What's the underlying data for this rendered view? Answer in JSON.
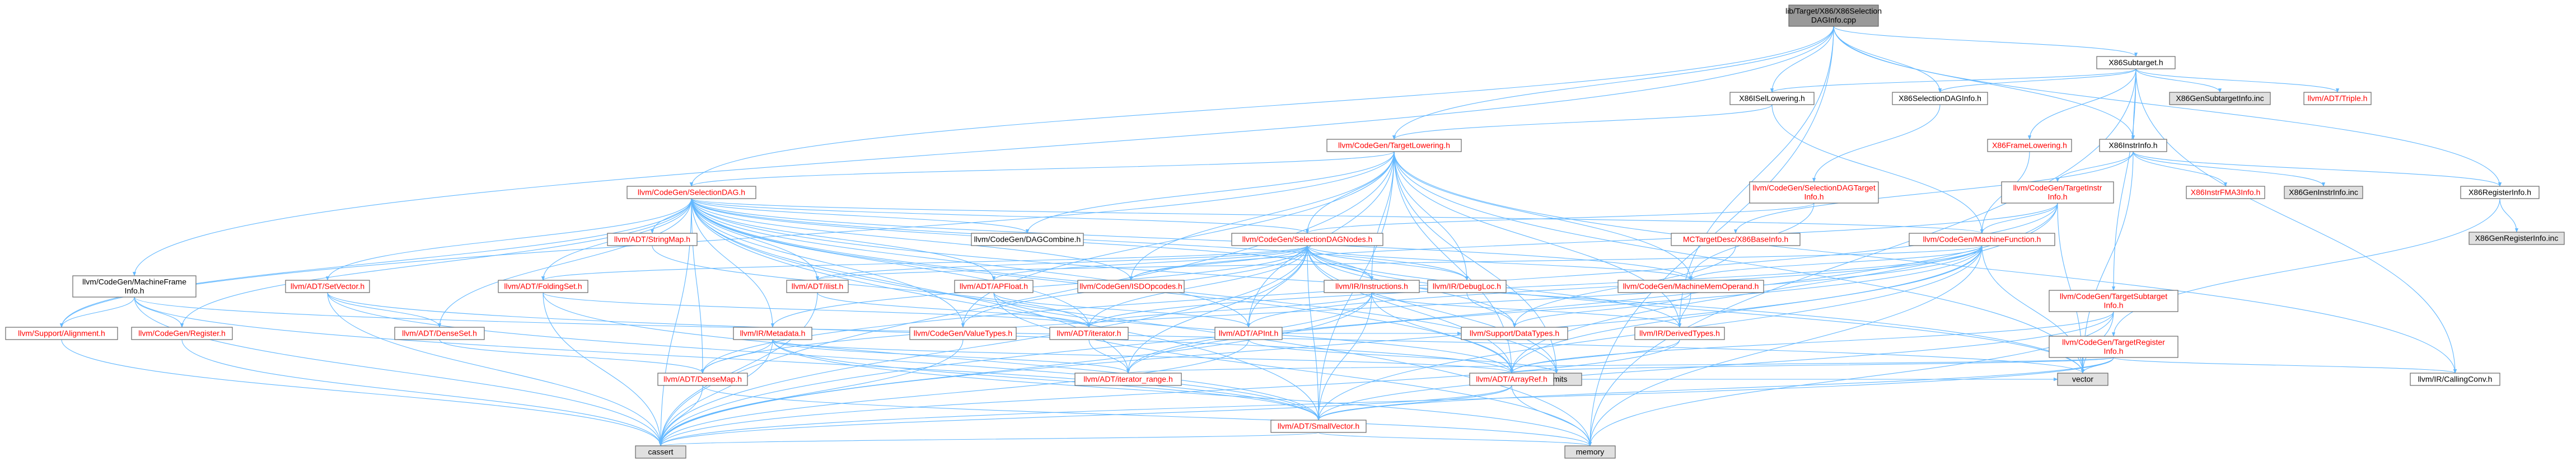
{
  "colors": {
    "edge": "#63b8ff",
    "edge_alt": "#666666",
    "node_border": "#666666",
    "root_fill": "#999999",
    "plain_fill": "#ffffff",
    "grey_fill": "#e0e0e0",
    "red_text": "#ff0000",
    "black_text": "#000000"
  },
  "nodes": [
    {
      "id": "root",
      "lines": [
        "lib/Target/X86/X86Selection",
        "DAGInfo.cpp"
      ],
      "style": "root"
    },
    {
      "id": "x86subtarget",
      "lines": [
        "X86Subtarget.h"
      ],
      "style": "plain"
    },
    {
      "id": "x86isellowering",
      "lines": [
        "X86ISelLowering.h"
      ],
      "style": "plain"
    },
    {
      "id": "x86seldaginfo",
      "lines": [
        "X86SelectionDAGInfo.h"
      ],
      "style": "plain"
    },
    {
      "id": "x86gensubtarget",
      "lines": [
        "X86GenSubtargetInfo.inc"
      ],
      "style": "grey"
    },
    {
      "id": "triple",
      "lines": [
        "llvm/ADT/Triple.h"
      ],
      "style": "red"
    },
    {
      "id": "targetlowering",
      "lines": [
        "llvm/CodeGen/TargetLowering.h"
      ],
      "style": "red"
    },
    {
      "id": "x86framelowering",
      "lines": [
        "X86FrameLowering.h"
      ],
      "style": "red"
    },
    {
      "id": "x86instrinfo",
      "lines": [
        "X86InstrInfo.h"
      ],
      "style": "plain"
    },
    {
      "id": "seldagtargetinfo",
      "lines": [
        "llvm/CodeGen/SelectionDAGTarget",
        "Info.h"
      ],
      "style": "red"
    },
    {
      "id": "targetinstrinfo",
      "lines": [
        "llvm/CodeGen/TargetInstr",
        "Info.h"
      ],
      "style": "red"
    },
    {
      "id": "x86instrfma3",
      "lines": [
        "X86InstrFMA3Info.h"
      ],
      "style": "red"
    },
    {
      "id": "x86geninstr",
      "lines": [
        "X86GenInstrInfo.inc"
      ],
      "style": "grey"
    },
    {
      "id": "x86registerinfo",
      "lines": [
        "X86RegisterInfo.h"
      ],
      "style": "plain"
    },
    {
      "id": "x86genregister",
      "lines": [
        "X86GenRegisterInfo.inc"
      ],
      "style": "grey"
    },
    {
      "id": "selectiondag",
      "lines": [
        "llvm/CodeGen/SelectionDAG.h"
      ],
      "style": "red"
    },
    {
      "id": "dagcombine",
      "lines": [
        "llvm/CodeGen/DAGCombine.h"
      ],
      "style": "plain"
    },
    {
      "id": "seldagnodes",
      "lines": [
        "llvm/CodeGen/SelectionDAGNodes.h"
      ],
      "style": "red"
    },
    {
      "id": "mcx86baseinfo",
      "lines": [
        "MCTargetDesc/X86BaseInfo.h"
      ],
      "style": "red"
    },
    {
      "id": "machinefunction",
      "lines": [
        "llvm/CodeGen/MachineFunction.h"
      ],
      "style": "red"
    },
    {
      "id": "targetsubtarget",
      "lines": [
        "llvm/CodeGen/TargetSubtarget",
        "Info.h"
      ],
      "style": "red"
    },
    {
      "id": "targetregister",
      "lines": [
        "llvm/CodeGen/TargetRegister",
        "Info.h"
      ],
      "style": "red"
    },
    {
      "id": "machineframe",
      "lines": [
        "llvm/CodeGen/MachineFrame",
        "Info.h"
      ],
      "style": "plain"
    },
    {
      "id": "stringmap",
      "lines": [
        "llvm/ADT/StringMap.h"
      ],
      "style": "red"
    },
    {
      "id": "setvector",
      "lines": [
        "llvm/ADT/SetVector.h"
      ],
      "style": "red"
    },
    {
      "id": "foldingset",
      "lines": [
        "llvm/ADT/FoldingSet.h"
      ],
      "style": "red"
    },
    {
      "id": "ilist",
      "lines": [
        "llvm/ADT/ilist.h"
      ],
      "style": "red"
    },
    {
      "id": "apfloat",
      "lines": [
        "llvm/ADT/APFloat.h"
      ],
      "style": "red"
    },
    {
      "id": "isdopcodes",
      "lines": [
        "llvm/CodeGen/ISDOpcodes.h"
      ],
      "style": "red"
    },
    {
      "id": "instructions",
      "lines": [
        "llvm/IR/Instructions.h"
      ],
      "style": "red"
    },
    {
      "id": "debugloc",
      "lines": [
        "llvm/IR/DebugLoc.h"
      ],
      "style": "red"
    },
    {
      "id": "machinememop",
      "lines": [
        "llvm/CodeGen/MachineMemOperand.h"
      ],
      "style": "red"
    },
    {
      "id": "supportalignment",
      "lines": [
        "llvm/Support/Alignment.h"
      ],
      "style": "red"
    },
    {
      "id": "codegenregister",
      "lines": [
        "llvm/CodeGen/Register.h"
      ],
      "style": "red"
    },
    {
      "id": "densesetnode",
      "lines": [
        "llvm/ADT/DenseSet.h"
      ],
      "style": "red"
    },
    {
      "id": "metadata",
      "lines": [
        "llvm/IR/Metadata.h"
      ],
      "style": "red"
    },
    {
      "id": "valuetypes",
      "lines": [
        "llvm/CodeGen/ValueTypes.h"
      ],
      "style": "red"
    },
    {
      "id": "iterator",
      "lines": [
        "llvm/ADT/iterator.h"
      ],
      "style": "red"
    },
    {
      "id": "apint",
      "lines": [
        "llvm/ADT/APInt.h"
      ],
      "style": "red"
    },
    {
      "id": "supportdatatypes",
      "lines": [
        "llvm/Support/DataTypes.h"
      ],
      "style": "red"
    },
    {
      "id": "derivedtypes",
      "lines": [
        "llvm/IR/DerivedTypes.h"
      ],
      "style": "red"
    },
    {
      "id": "climits",
      "lines": [
        "climits"
      ],
      "style": "grey"
    },
    {
      "id": "densemap",
      "lines": [
        "llvm/ADT/DenseMap.h"
      ],
      "style": "red"
    },
    {
      "id": "iteratorrange",
      "lines": [
        "llvm/ADT/iterator_range.h"
      ],
      "style": "red"
    },
    {
      "id": "arrayref",
      "lines": [
        "llvm/ADT/ArrayRef.h"
      ],
      "style": "red"
    },
    {
      "id": "smallvector",
      "lines": [
        "llvm/ADT/SmallVector.h"
      ],
      "style": "red"
    },
    {
      "id": "vector",
      "lines": [
        "vector"
      ],
      "style": "grey"
    },
    {
      "id": "cassert",
      "lines": [
        "cassert"
      ],
      "style": "grey"
    },
    {
      "id": "memory",
      "lines": [
        "memory"
      ],
      "style": "grey"
    },
    {
      "id": "callingconv",
      "lines": [
        "llvm/IR/CallingConv.h"
      ],
      "style": "plain"
    }
  ],
  "edges": [
    [
      "root",
      "x86subtarget"
    ],
    [
      "root",
      "x86isellowering"
    ],
    [
      "root",
      "x86seldaginfo"
    ],
    [
      "root",
      "targetlowering"
    ],
    [
      "root",
      "x86instrinfo"
    ],
    [
      "root",
      "x86registerinfo"
    ],
    [
      "root",
      "selectiondag"
    ],
    [
      "root",
      "machineframe"
    ],
    [
      "root",
      "derivedtypes"
    ],
    [
      "root",
      "memory"
    ],
    [
      "x86subtarget",
      "x86isellowering"
    ],
    [
      "x86subtarget",
      "x86seldaginfo"
    ],
    [
      "x86subtarget",
      "x86gensubtarget"
    ],
    [
      "x86subtarget",
      "triple"
    ],
    [
      "x86subtarget",
      "x86framelowering"
    ],
    [
      "x86subtarget",
      "x86instrinfo"
    ],
    [
      "x86subtarget",
      "targetsubtarget"
    ],
    [
      "x86subtarget",
      "callingconv"
    ],
    [
      "x86subtarget",
      "memory"
    ],
    [
      "x86isellowering",
      "targetlowering"
    ],
    [
      "x86isellowering",
      "machinefunction"
    ],
    [
      "x86seldaginfo",
      "seldagtargetinfo"
    ],
    [
      "x86framelowering",
      "machinefunction"
    ],
    [
      "x86instrinfo",
      "targetinstrinfo"
    ],
    [
      "x86instrinfo",
      "x86instrfma3"
    ],
    [
      "x86instrinfo",
      "x86geninstr"
    ],
    [
      "x86instrinfo",
      "x86registerinfo"
    ],
    [
      "x86instrinfo",
      "mcx86baseinfo"
    ],
    [
      "x86instrinfo",
      "vector"
    ],
    [
      "x86registerinfo",
      "x86genregister"
    ],
    [
      "x86registerinfo",
      "targetregister"
    ],
    [
      "targetlowering",
      "selectiondag"
    ],
    [
      "targetlowering",
      "dagcombine"
    ],
    [
      "targetlowering",
      "seldagnodes"
    ],
    [
      "targetlowering",
      "machinememop"
    ],
    [
      "targetlowering",
      "isdopcodes"
    ],
    [
      "targetlowering",
      "valuetypes"
    ],
    [
      "targetlowering",
      "instructions"
    ],
    [
      "targetlowering",
      "derivedtypes"
    ],
    [
      "targetlowering",
      "callingconv"
    ],
    [
      "targetlowering",
      "climits"
    ],
    [
      "targetlowering",
      "arrayref"
    ],
    [
      "targetlowering",
      "smallvector"
    ],
    [
      "targetlowering",
      "supportalignment"
    ],
    [
      "targetlowering",
      "cassert"
    ],
    [
      "targetlowering",
      "vector"
    ],
    [
      "targetlowering",
      "apint"
    ],
    [
      "targetlowering",
      "debugloc"
    ],
    [
      "seldagtargetinfo",
      "seldagnodes"
    ],
    [
      "seldagtargetinfo",
      "machinememop"
    ],
    [
      "targetinstrinfo",
      "machinefunction"
    ],
    [
      "targetinstrinfo",
      "arrayref"
    ],
    [
      "targetinstrinfo",
      "densemap"
    ],
    [
      "targetinstrinfo",
      "vector"
    ],
    [
      "targetinstrinfo",
      "cassert"
    ],
    [
      "targetinstrinfo",
      "isdopcodes"
    ],
    [
      "selectiondag",
      "dagcombine"
    ],
    [
      "selectiondag",
      "seldagnodes"
    ],
    [
      "selectiondag",
      "stringmap"
    ],
    [
      "selectiondag",
      "setvector"
    ],
    [
      "selectiondag",
      "foldingset"
    ],
    [
      "selectiondag",
      "ilist"
    ],
    [
      "selectiondag",
      "apfloat"
    ],
    [
      "selectiondag",
      "isdopcodes"
    ],
    [
      "selectiondag",
      "machinefunction"
    ],
    [
      "selectiondag",
      "machinememop"
    ],
    [
      "selectiondag",
      "valuetypes"
    ],
    [
      "selectiondag",
      "metadata"
    ],
    [
      "selectiondag",
      "densemap"
    ],
    [
      "selectiondag",
      "densesetnode"
    ],
    [
      "selectiondag",
      "arrayref"
    ],
    [
      "selectiondag",
      "smallvector"
    ],
    [
      "selectiondag",
      "iterator"
    ],
    [
      "selectiondag",
      "iteratorrange"
    ],
    [
      "selectiondag",
      "apint"
    ],
    [
      "selectiondag",
      "debugloc"
    ],
    [
      "selectiondag",
      "supportalignment"
    ],
    [
      "selectiondag",
      "cassert"
    ],
    [
      "selectiondag",
      "vector"
    ],
    [
      "selectiondag",
      "memory"
    ],
    [
      "selectiondag",
      "climits"
    ],
    [
      "selectiondag",
      "instructions"
    ],
    [
      "selectiondag",
      "codegenregister"
    ],
    [
      "seldagnodes",
      "foldingset"
    ],
    [
      "seldagnodes",
      "ilist"
    ],
    [
      "seldagnodes",
      "apfloat"
    ],
    [
      "seldagnodes",
      "isdopcodes"
    ],
    [
      "seldagnodes",
      "valuetypes"
    ],
    [
      "seldagnodes",
      "machinememop"
    ],
    [
      "seldagnodes",
      "instructions"
    ],
    [
      "seldagnodes",
      "debugloc"
    ],
    [
      "seldagnodes",
      "supportdatatypes"
    ],
    [
      "seldagnodes",
      "iterator"
    ],
    [
      "seldagnodes",
      "iteratorrange"
    ],
    [
      "seldagnodes",
      "apint"
    ],
    [
      "seldagnodes",
      "arrayref"
    ],
    [
      "seldagnodes",
      "smallvector"
    ],
    [
      "seldagnodes",
      "metadata"
    ],
    [
      "seldagnodes",
      "climits"
    ],
    [
      "seldagnodes",
      "cassert"
    ],
    [
      "seldagnodes",
      "vector"
    ],
    [
      "seldagnodes",
      "derivedtypes"
    ],
    [
      "mcx86baseinfo",
      "supportdatatypes"
    ],
    [
      "machinefunction",
      "machinememop"
    ],
    [
      "machinefunction",
      "arrayref"
    ],
    [
      "machinefunction",
      "densemap"
    ],
    [
      "machinefunction",
      "smallvector"
    ],
    [
      "machinefunction",
      "ilist"
    ],
    [
      "machinefunction",
      "iterator"
    ],
    [
      "machinefunction",
      "vector"
    ],
    [
      "machinefunction",
      "cassert"
    ],
    [
      "machinefunction",
      "memory"
    ],
    [
      "machinefunction",
      "apint"
    ],
    [
      "machinefunction",
      "iteratorrange"
    ],
    [
      "targetsubtarget",
      "arrayref"
    ],
    [
      "targetsubtarget",
      "smallvector"
    ],
    [
      "targetsubtarget",
      "vector"
    ],
    [
      "targetsubtarget",
      "memory"
    ],
    [
      "targetregister",
      "arrayref"
    ],
    [
      "targetregister",
      "smallvector"
    ],
    [
      "targetregister",
      "iteratorrange"
    ],
    [
      "targetregister",
      "callingconv"
    ],
    [
      "targetregister",
      "cassert"
    ],
    [
      "targetregister",
      "vector"
    ],
    [
      "machineframe",
      "supportalignment"
    ],
    [
      "machineframe",
      "codegenregister"
    ],
    [
      "machineframe",
      "smallvector"
    ],
    [
      "machineframe",
      "vector"
    ],
    [
      "machineframe",
      "cassert"
    ],
    [
      "setvector",
      "arrayref"
    ],
    [
      "setvector",
      "densesetnode"
    ],
    [
      "setvector",
      "smallvector"
    ],
    [
      "setvector",
      "cassert"
    ],
    [
      "stringmap",
      "iterator"
    ],
    [
      "foldingset",
      "smallvector"
    ],
    [
      "foldingset",
      "iterator"
    ],
    [
      "foldingset",
      "cassert"
    ],
    [
      "ilist",
      "iterator"
    ],
    [
      "ilist",
      "cassert"
    ],
    [
      "apfloat",
      "apint"
    ],
    [
      "apfloat",
      "arrayref"
    ],
    [
      "apfloat",
      "memory"
    ],
    [
      "instructions",
      "arrayref"
    ],
    [
      "instructions",
      "iterator"
    ],
    [
      "instructions",
      "iteratorrange"
    ],
    [
      "instructions",
      "derivedtypes"
    ],
    [
      "instructions",
      "smallvector"
    ],
    [
      "instructions",
      "cassert"
    ],
    [
      "debugloc",
      "supportdatatypes"
    ],
    [
      "machinememop",
      "derivedtypes"
    ],
    [
      "machinememop",
      "supportdatatypes"
    ],
    [
      "supportalignment",
      "cassert"
    ],
    [
      "codegenregister",
      "cassert"
    ],
    [
      "densesetnode",
      "densemap"
    ],
    [
      "metadata",
      "arrayref"
    ],
    [
      "metadata",
      "densemap"
    ],
    [
      "metadata",
      "smallvector"
    ],
    [
      "metadata",
      "iteratorrange"
    ],
    [
      "metadata",
      "cassert"
    ],
    [
      "metadata",
      "memory"
    ],
    [
      "valuetypes",
      "cassert"
    ],
    [
      "iterator",
      "iteratorrange"
    ],
    [
      "apint",
      "supportdatatypes"
    ],
    [
      "apint",
      "climits"
    ],
    [
      "apint",
      "cassert"
    ],
    [
      "derivedtypes",
      "arrayref"
    ],
    [
      "derivedtypes",
      "cassert"
    ],
    [
      "densemap",
      "cassert"
    ],
    [
      "densemap",
      "memory"
    ],
    [
      "arrayref",
      "smallvector"
    ],
    [
      "arrayref",
      "vector"
    ],
    [
      "arrayref",
      "cassert"
    ],
    [
      "arrayref",
      "memory"
    ],
    [
      "smallvector",
      "cassert"
    ],
    [
      "smallvector",
      "memory"
    ]
  ]
}
